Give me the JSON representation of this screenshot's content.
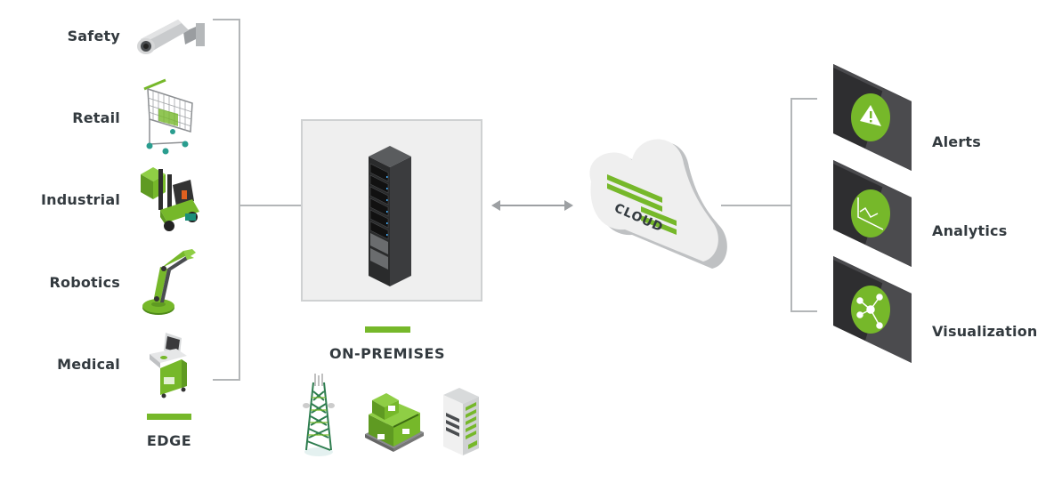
{
  "colors": {
    "accent_green": "#76b82a",
    "connector_gray": "#b3b6b8",
    "text_dark": "#333a3f",
    "panel_dark": "#3a3a3c"
  },
  "edge": {
    "title": "EDGE",
    "items": [
      {
        "label": "Safety",
        "icon": "security-camera-icon"
      },
      {
        "label": "Retail",
        "icon": "shopping-cart-icon"
      },
      {
        "label": "Industrial",
        "icon": "forklift-icon"
      },
      {
        "label": "Robotics",
        "icon": "robot-arm-icon"
      },
      {
        "label": "Medical",
        "icon": "medical-cart-icon"
      }
    ]
  },
  "on_premises": {
    "title": "ON-PREMISES",
    "icons": [
      "cell-tower-icon",
      "pallet-boxes-icon",
      "office-building-icon"
    ]
  },
  "cloud": {
    "label": "CLOUD"
  },
  "outputs": {
    "items": [
      {
        "label": "Alerts",
        "icon": "warning-icon"
      },
      {
        "label": "Analytics",
        "icon": "line-chart-icon"
      },
      {
        "label": "Visualization",
        "icon": "network-graph-icon"
      }
    ]
  }
}
